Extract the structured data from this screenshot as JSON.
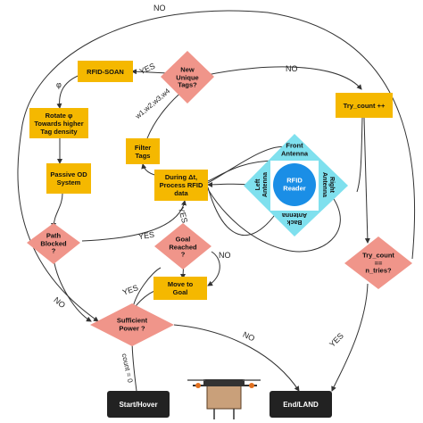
{
  "nodes": {
    "rfid_soan": "RFID-SOAN",
    "rotate": "Rotate φ\nTowards higher\nTag density",
    "passive_od": "Passive OD\nSystem",
    "filter_tags": "Filter\nTags",
    "during": "During Δt,\nProcess RFID\ndata",
    "try_count": "Try_count ++",
    "move_goal": "Move to\nGoal",
    "new_tags": "New\nUnique\nTags?",
    "path_blocked": "Path\nBlocked\n?",
    "goal_reached": "Goal\nReached\n?",
    "sufficient_power": "Sufficient\nPower ?",
    "try_count_eq": "Try_count\n==\nn_tries?",
    "start_hover": "Start/Hover",
    "end_land": "End/LAND"
  },
  "rfid": {
    "reader": "RFID\nReader",
    "front": "Front\nAntenna",
    "back": "Back\nAntenna",
    "left": "Left\nAntenna",
    "right": "Right\nAntenna"
  },
  "edge_labels": {
    "top_no": "NO",
    "yes_new": "YES",
    "no_new": "NO",
    "phi": "φ",
    "weights": "w1,w2,w3,w4",
    "yes_path": "YES",
    "yes_goal": "YES",
    "no_goal": "NO",
    "yes_power": "YES",
    "no_path": "NO",
    "no_power": "NO",
    "yes_try": "YES",
    "count_zero": "count = 0"
  },
  "colors": {
    "box": "#f5b800",
    "diamond": "#f0958a",
    "rfid_outer": "#7fe0ee",
    "rfid_reader": "#1a8ee6",
    "terminal": "#222222"
  }
}
